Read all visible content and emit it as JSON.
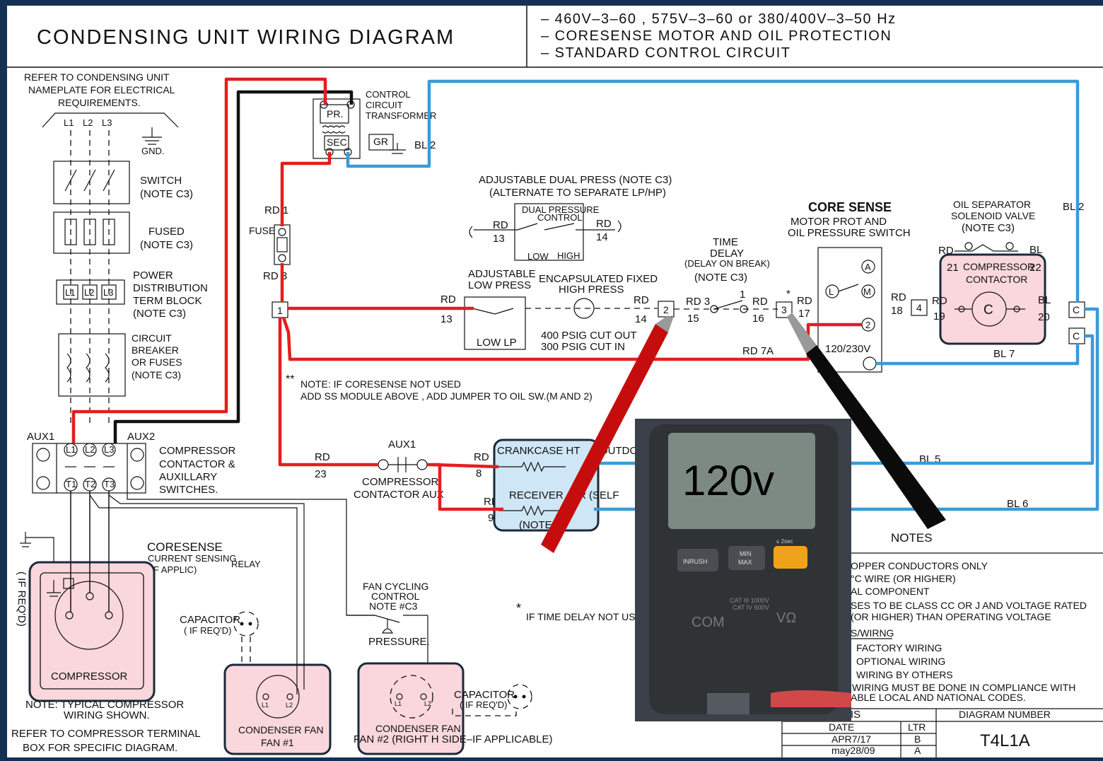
{
  "header": {
    "title": "CONDENSING  UNIT  WIRING  DIAGRAM",
    "spec_lines": [
      "–  460V–3–60  ,  575V–3–60  or  380/400V–3–50  Hz",
      "–  CORESENSE  MOTOR  AND  OIL  PROTECTION",
      "–  STANDARD  CONTROL  CIRCUIT"
    ]
  },
  "left": {
    "nameplate_note": [
      "REFER  TO  CONDENSING  UNIT",
      "NAMEPLATE  FOR  ELECTRICAL",
      "REQUIREMENTS."
    ],
    "l1": "L1",
    "l2": "L2",
    "l3": "L3",
    "gnd": "GND.",
    "switch": [
      "SWITCH",
      "(NOTE  C3)"
    ],
    "fused": [
      "FUSED",
      "(NOTE  C3)"
    ],
    "power_dist": [
      "POWER",
      "DISTRIBUTION",
      "TERM  BLOCK",
      "(NOTE  C3)"
    ],
    "breaker": [
      "CIRCUIT",
      "BREAKER",
      "OR  FUSES",
      "(NOTE  C3)"
    ],
    "aux1": "AUX1",
    "aux2": "AUX2",
    "t1": "T1",
    "t2": "T2",
    "t3": "T3",
    "contactor": [
      "COMPRESSOR",
      "CONTACTOR  &",
      "AUXILLARY",
      "SWITCHES."
    ],
    "if_reqd": "( IF  REQ'D)"
  },
  "transformer": {
    "label": [
      "CONTROL",
      "CIRCUIT",
      "TRANSFORMER"
    ],
    "pri": "PR.",
    "sec": "SEC",
    "gr": "GR",
    "bl2": "BL  2"
  },
  "fuse": {
    "label": "FUSE",
    "rd1": "RD  1",
    "rd3": "RD  3",
    "node1": "1"
  },
  "dual": {
    "title": [
      "ADJUSTABLE  DUAL  PRESS  (NOTE  C3)",
      "(ALTERNATE  TO  SEPARATE  LP/HP)"
    ],
    "box": [
      "DUAL  PRESSURE",
      "CONTROL"
    ],
    "low": "LOW",
    "high": "HIGH",
    "rd13": [
      "RD",
      "13"
    ],
    "rd14": [
      "RD",
      "14"
    ]
  },
  "lp": {
    "title": [
      "ADJUSTABLE",
      "LOW  PRESS"
    ],
    "label": "LOW  LP",
    "rd13": [
      "RD",
      "13"
    ]
  },
  "hp": {
    "title": [
      "ENCAPSULATED  FIXED",
      "HIGH  PRESS"
    ],
    "rd14": [
      "RD",
      "14"
    ],
    "cut": [
      "400  PSIG  CUT  OUT",
      "300  PSIG  CUT  IN"
    ],
    "node2": "2"
  },
  "delay": {
    "title": [
      "TIME",
      "DELAY",
      "(DELAY  ON  BREAK)",
      "(NOTE  C3)"
    ],
    "rd3": "RD  3",
    "n15": "15",
    "n1": "1",
    "rd": "RD",
    "n16": "16",
    "node3": "3",
    "star": "*",
    "rd17": [
      "RD",
      "17"
    ],
    "rd7a": "RD  7A"
  },
  "coresense": {
    "title": "CORE SENSE",
    "sub": [
      "MOTOR  PROT  AND",
      "OIL  PRESSURE  SWITCH"
    ],
    "a": "A",
    "l": "L",
    "m": "M",
    "n2": "2",
    "volt": "120/230V"
  },
  "oil": {
    "title": [
      "OIL  SEPARATOR",
      "SOLENOID  VALVE",
      "(NOTE  C3)"
    ],
    "rd": "RD",
    "bl": "BL",
    "bl2": "BL  2",
    "rd18": [
      "RD",
      "18"
    ],
    "n4": "4",
    "rd19": [
      "RD",
      "19"
    ],
    "contactor": [
      "COMPRESSOR",
      "CONTACTOR"
    ],
    "n21": "21",
    "n22": "22",
    "c": "C",
    "bl20": [
      "BL",
      "20"
    ],
    "bl7": "BL  7",
    "cbox": "C"
  },
  "note_cs": [
    "NOTE:  IF  CORESENSE  NOT  USED",
    "ADD  SS  MODULE  ABOVE  ,  ADD  JUMPER  TO  OIL  SW.(M  AND  2)"
  ],
  "aux_branch": {
    "aux1": "AUX1",
    "label": [
      "COMPRESSOR",
      "CONTACTOR  AUX"
    ],
    "rd23": [
      "RD",
      "23"
    ],
    "rd8": [
      "RD",
      "8"
    ],
    "rd9": [
      "RD",
      "9"
    ],
    "crank": "CRANKCASE  HT",
    "outdo": "OUTDO",
    "receiver": "RECEIVER",
    "self": "R  (SELF",
    "note": "(NOTE",
    "bl5": "BL  5",
    "bl6": "BL  6"
  },
  "lower": {
    "coresense": "CORESENSE",
    "sensing": [
      "CURRENT  SENSING",
      "(IF  APPLIC)"
    ],
    "relay": "RELAY",
    "compressor": "COMPRESSOR",
    "typical": [
      "NOTE:  TYPICAL  COMPRESSOR",
      "WIRING  SHOWN."
    ],
    "refer": [
      "REFER  TO  COMPRESSOR  TERMINAL",
      "BOX  FOR  SPECIFIC  DIAGRAM."
    ],
    "capacitor": [
      "CAPACITOR",
      "( IF  REQ'D)"
    ],
    "fan1": [
      "CONDENSER  FAN",
      "FAN  #1"
    ],
    "fan2": [
      "CONDENSER  FAN",
      "FAN  #2  (RIGHT  H  SIDE–IF  APPLICABLE)"
    ],
    "capacitor2": [
      "CAPACITOR",
      "( IF  REQ'D)"
    ],
    "fancycle": [
      "FAN  CYCLING",
      "CONTROL",
      "NOTE  #C3"
    ],
    "pressure": "PRESSURE.",
    "td_note": "IF  TIME  DELAY  NOT  USED,"
  },
  "notes": {
    "title": "NOTES",
    "lines": [
      "OPPER  CONDUCTORS  ONLY",
      "°C  WIRE  (OR  HIGHER)",
      "AL  COMPONENT",
      "SES  TO  BE  CLASS  CC  OR  J  AND  VOLTAGE  RATED",
      "(OR  HIGHER)  THAN  OPERATING  VOLTAGE",
      "S/WIRNG",
      "FACTORY  WIRING",
      "OPTIONAL  WIRING",
      "WIRING  BY  OTHERS",
      "WIRING  MUST  BE  DONE  IN  COMPLIANCE  WITH",
      "ABLE  LOCAL  AND  NATIONAL  CODES."
    ],
    "is": "IS",
    "diagram_number_label": "DIAGRAM  NUMBER",
    "date_label": "DATE",
    "ltr_label": "LTR",
    "rev1_date": "APR7/17",
    "rev1_ltr": "B",
    "rev2_date": "may28/09",
    "rev2_ltr": "A",
    "diagram_number": "T4L1A"
  },
  "meter": {
    "reading": "120v",
    "inrush": "INRUSH",
    "minmax": [
      "MIN",
      "MAX"
    ],
    "hold": "≤ 2sec",
    "cat": [
      "CAT III 1000V",
      "CAT IV 600V"
    ],
    "com": "COM",
    "vohm": "VΩ"
  }
}
